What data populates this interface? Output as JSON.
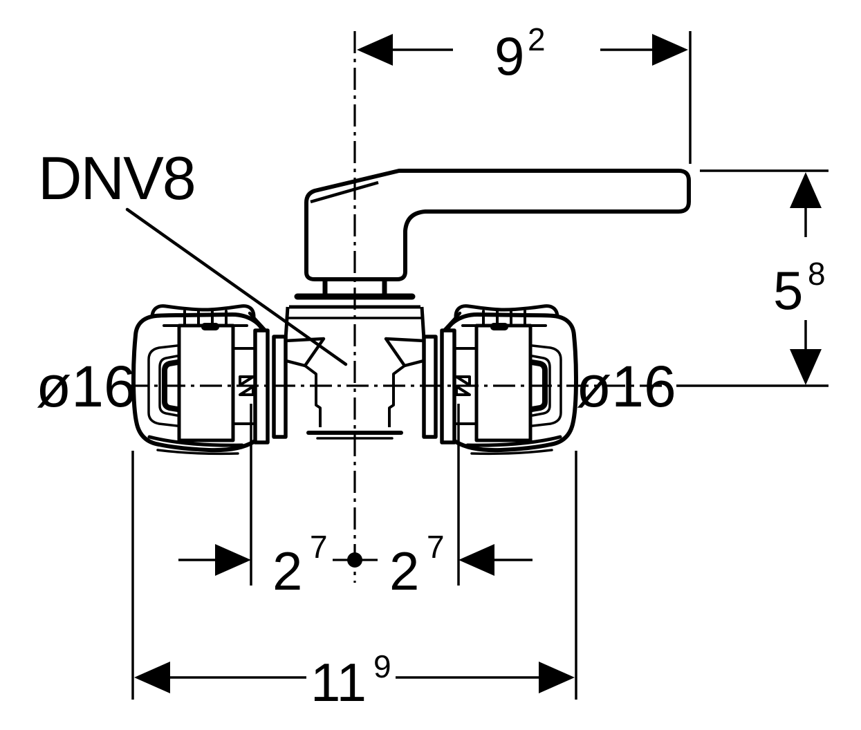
{
  "part_label": "DNV8",
  "dimensions": {
    "handle_length": {
      "value": "9",
      "sup": "2"
    },
    "height": {
      "value": "5",
      "sup": "8"
    },
    "center_to_left_mark": {
      "value": "2",
      "sup": "7"
    },
    "center_to_right_mark": {
      "value": "2",
      "sup": "7"
    },
    "overall_width": {
      "value": "11",
      "sup": "9"
    },
    "left_diameter": "ø16",
    "right_diameter": "ø16"
  },
  "colors": {
    "line": "#000000",
    "background": "#ffffff"
  }
}
